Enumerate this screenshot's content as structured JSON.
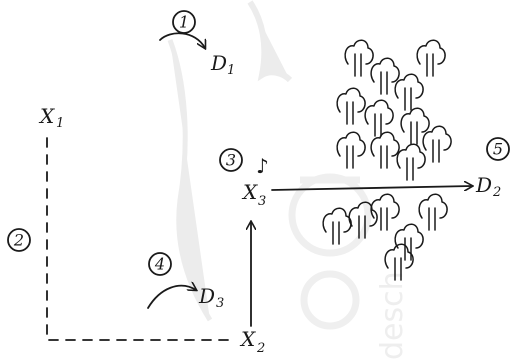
{
  "diagram": {
    "markers": [
      "1",
      "2",
      "3",
      "4",
      "5"
    ],
    "x1": {
      "main": "X",
      "sub": "1"
    },
    "x2": {
      "main": "X",
      "sub": "2"
    },
    "x3": {
      "main": "X",
      "sub": "3"
    },
    "d1": {
      "main": "D",
      "sub": "1"
    },
    "d2": {
      "main": "D",
      "sub": "2"
    },
    "d3": {
      "main": "D",
      "sub": "3"
    },
    "note_glyph": "♪",
    "watermark": "desch"
  }
}
